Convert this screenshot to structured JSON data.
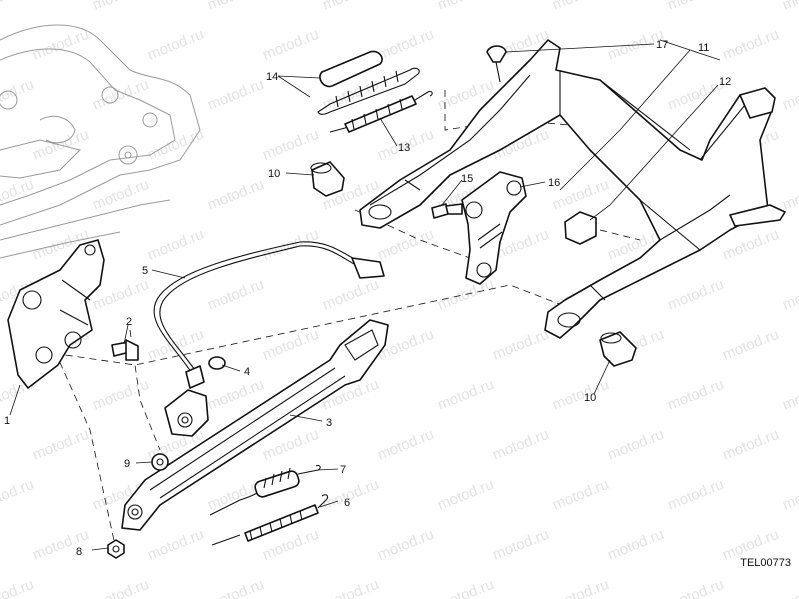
{
  "watermark_text": "motod.ru",
  "drawing_code": "TEL00773",
  "callouts": [
    {
      "id": "1",
      "label": "1"
    },
    {
      "id": "2",
      "label": "2"
    },
    {
      "id": "3",
      "label": "3"
    },
    {
      "id": "4",
      "label": "4"
    },
    {
      "id": "5",
      "label": "5"
    },
    {
      "id": "6",
      "label": "6"
    },
    {
      "id": "7",
      "label": "7"
    },
    {
      "id": "8",
      "label": "8"
    },
    {
      "id": "9",
      "label": "9"
    },
    {
      "id": "10a",
      "label": "10"
    },
    {
      "id": "10b",
      "label": "10"
    },
    {
      "id": "11",
      "label": "11"
    },
    {
      "id": "12",
      "label": "12"
    },
    {
      "id": "13",
      "label": "13"
    },
    {
      "id": "14",
      "label": "14"
    },
    {
      "id": "15",
      "label": "15"
    },
    {
      "id": "16",
      "label": "16"
    },
    {
      "id": "17",
      "label": "17"
    }
  ]
}
